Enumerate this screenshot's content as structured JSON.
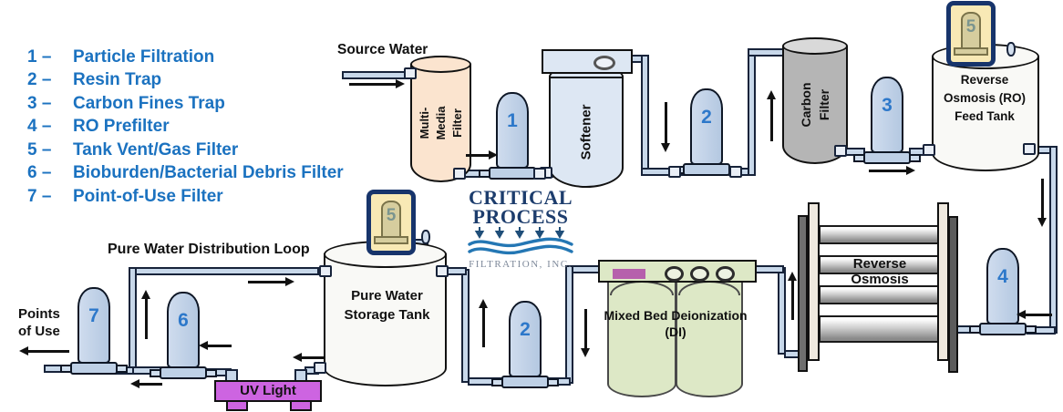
{
  "legend": {
    "items": [
      {
        "num": "1 –",
        "label": "Particle Filtration"
      },
      {
        "num": "2 –",
        "label": "Resin Trap"
      },
      {
        "num": "3 –",
        "label": "Carbon Fines Trap"
      },
      {
        "num": "4 –",
        "label": "RO Prefilter"
      },
      {
        "num": "5 –",
        "label": "Tank Vent/Gas Filter"
      },
      {
        "num": "6 –",
        "label": "Bioburden/Bacterial Debris Filter"
      },
      {
        "num": "7 –",
        "label": "Point-of-Use Filter"
      }
    ]
  },
  "labels": {
    "source_water": "Source Water",
    "distribution_loop": "Pure Water Distribution Loop",
    "points_of_use": "Points of Use"
  },
  "equipment": {
    "multi_media_filter": {
      "line1": "Multi-",
      "line2": "Media",
      "line3": "Filter"
    },
    "softener": {
      "label": "Softener"
    },
    "carbon_filter": {
      "line1": "Carbon",
      "line2": "Filter"
    },
    "ro_feed_tank": {
      "label": "Reverse Osmosis (RO) Feed Tank"
    },
    "reverse_osmosis": {
      "label": "Reverse Osmosis"
    },
    "mixed_bed_di": {
      "label": "Mixed Bed Deionization (DI)"
    },
    "storage_tank": {
      "label": "Pure Water Storage Tank"
    },
    "uv_light": {
      "label": "UV Light"
    }
  },
  "filter_units": {
    "particle": "1",
    "resin_trap_pre": "2",
    "carbon_fines": "3",
    "ro_prefilter": "4",
    "vent_ro_feed": "5",
    "vent_storage": "5",
    "resin_trap_post": "2",
    "bioburden": "6",
    "point_of_use": "7"
  },
  "logo": {
    "name_line1": "CRITICAL",
    "name_line2": "PROCESS",
    "subtitle": "FILTRATION, INC."
  },
  "colors": {
    "legend_blue": "#1b72c0",
    "filter_number_blue": "#2d78ca",
    "cartridge_blue": "#bed0e6",
    "pipe_blue": "#c8d8ea",
    "multimedia_peach": "#fbe4cf",
    "softener_blue": "#dde7f3",
    "carbon_gray": "#b5b5b5",
    "tank_white": "#f9f9f6",
    "di_green": "#dde8c6",
    "di_strip_magenta": "#b660ac",
    "uv_magenta": "#cd64e1",
    "vent_cream": "#f8e9b5",
    "vent_navy": "#17346b",
    "vent_cartridge_tan": "#d6cd9e",
    "logo_navy": "#1d3d6d",
    "logo_wave_blue": "#2477b4"
  }
}
